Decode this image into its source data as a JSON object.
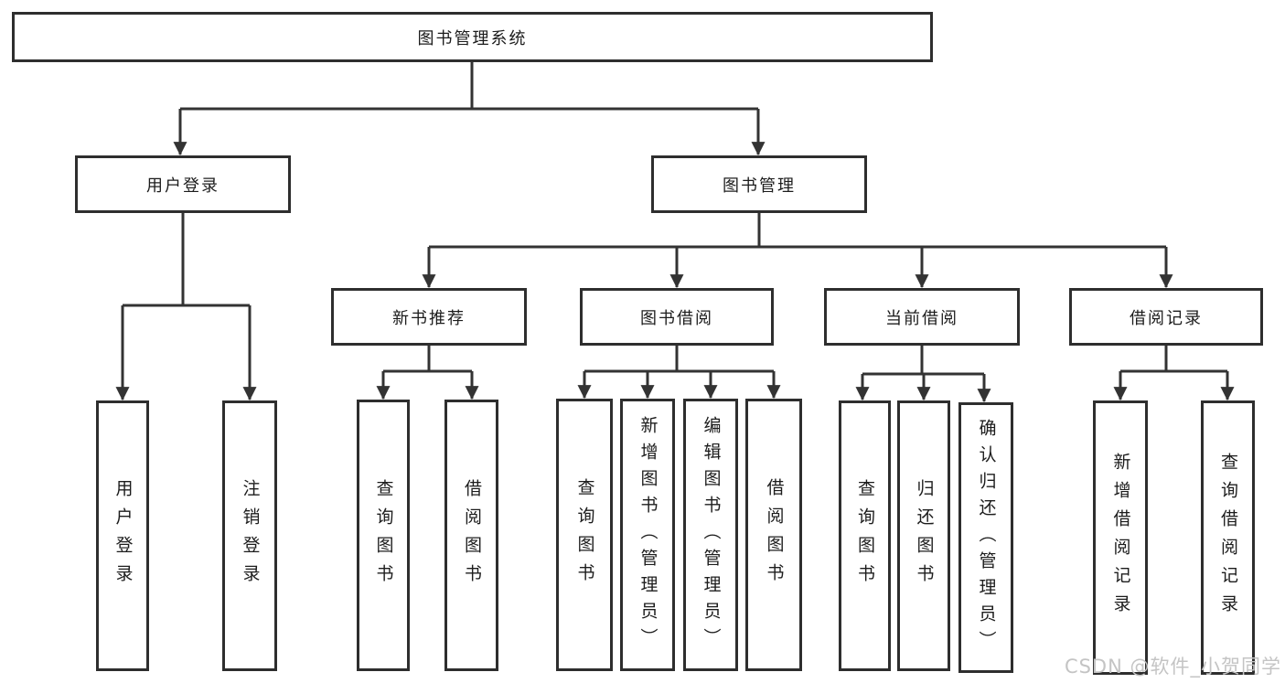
{
  "diagram": {
    "root": {
      "label": "图书管理系统"
    },
    "branches": [
      {
        "label": "用户登录",
        "children": [
          {
            "label": "用户登录"
          },
          {
            "label": "注销登录"
          }
        ]
      },
      {
        "label": "图书管理",
        "children": [
          {
            "label": "新书推荐",
            "children": [
              {
                "label": "查询图书"
              },
              {
                "label": "借阅图书"
              }
            ]
          },
          {
            "label": "图书借阅",
            "children": [
              {
                "label": "查询图书"
              },
              {
                "label": "新增图书（管理员）"
              },
              {
                "label": "编辑图书（管理员）"
              },
              {
                "label": "借阅图书"
              }
            ]
          },
          {
            "label": "当前借阅",
            "children": [
              {
                "label": "查询图书"
              },
              {
                "label": "归还图书"
              },
              {
                "label": "确认归还（管理员）"
              }
            ]
          },
          {
            "label": "借阅记录",
            "children": [
              {
                "label": "新增借阅记录"
              },
              {
                "label": "查询借阅记录"
              }
            ]
          }
        ]
      }
    ]
  },
  "watermark": {
    "text": "CSDN @软件_小贺同学"
  },
  "colors": {
    "line": "#333333",
    "box_border": "#2e2e2e",
    "text": "#1c1c1c",
    "watermark": "#c4c4c4",
    "background": "#ffffff"
  }
}
